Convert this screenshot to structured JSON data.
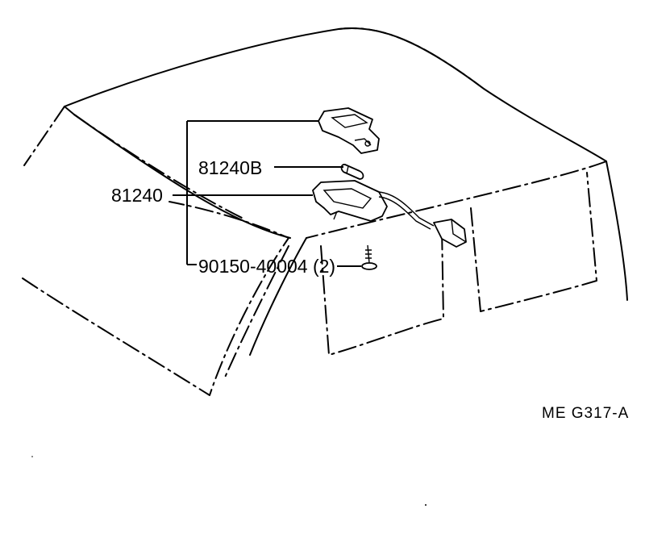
{
  "callouts": {
    "part_assembly": "81240",
    "bulb": "81240B",
    "screw": "90150-40004 (2)"
  },
  "figure_code": "ME G317-A"
}
